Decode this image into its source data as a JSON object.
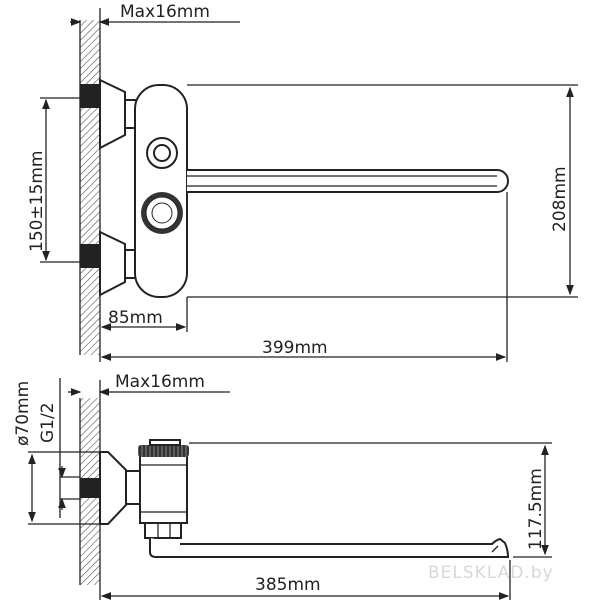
{
  "top_view": {
    "max_depth": "Max16mm",
    "inlet_spacing": "150±15mm",
    "height": "208mm",
    "body_offset": "85mm",
    "total_length": "399mm"
  },
  "side_view": {
    "max_depth": "Max16mm",
    "flange_diameter": "ø70mm",
    "thread": "G1/2",
    "spout_height": "117.5mm",
    "spout_length": "385mm"
  },
  "watermark": "BELSKLAD.by"
}
